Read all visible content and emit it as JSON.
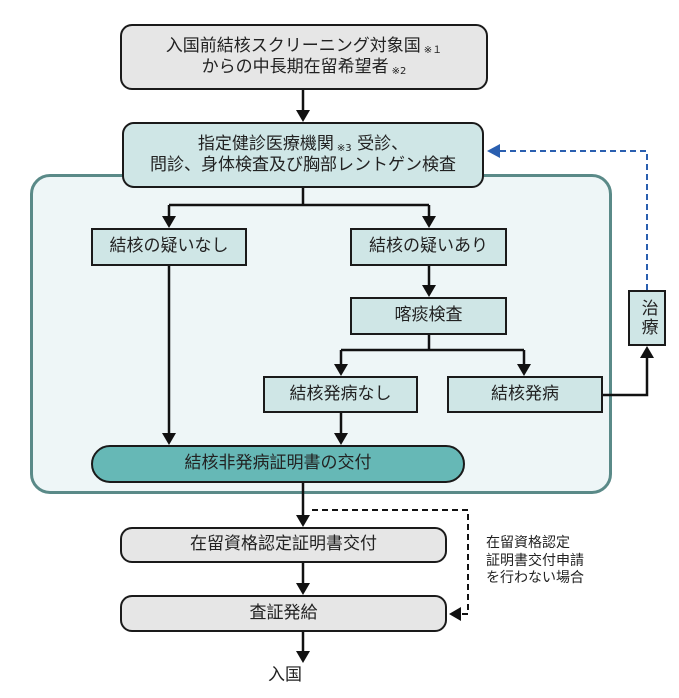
{
  "diagram": {
    "colors": {
      "gray_box": "#e6e6e6",
      "teal_box": "#cfe6e6",
      "pill": "#66b8b6",
      "container_bg": "#eef6f7",
      "container_border": "#5a8a88",
      "feedback_arrow": "#2a5fb0"
    },
    "nodes": {
      "applicant": {
        "line1": "入国前結核スクリーニング対象国",
        "line1_note": "※１",
        "line2": "からの中長期在留希望者",
        "line2_note": "※2"
      },
      "exam": {
        "line1a": "指定健診医療機関",
        "line1_note": "※3",
        "line1b": "受診、",
        "line2": "問診、身体検査及び胸部レントゲン検査"
      },
      "no_suspicion": "結核の疑いなし",
      "suspicion": "結核の疑いあり",
      "sputum_test": "喀痰検査",
      "no_onset": "結核発病なし",
      "onset": "結核発病",
      "treatment": "治療",
      "certificate": "結核非発病証明書の交付",
      "coe": "在留資格認定証明書交付",
      "visa": "査証発給",
      "entry": "入国"
    },
    "side_note": {
      "line1": "在留資格認定",
      "line2": "証明書交付申請",
      "line3": "を行わない場合"
    }
  }
}
